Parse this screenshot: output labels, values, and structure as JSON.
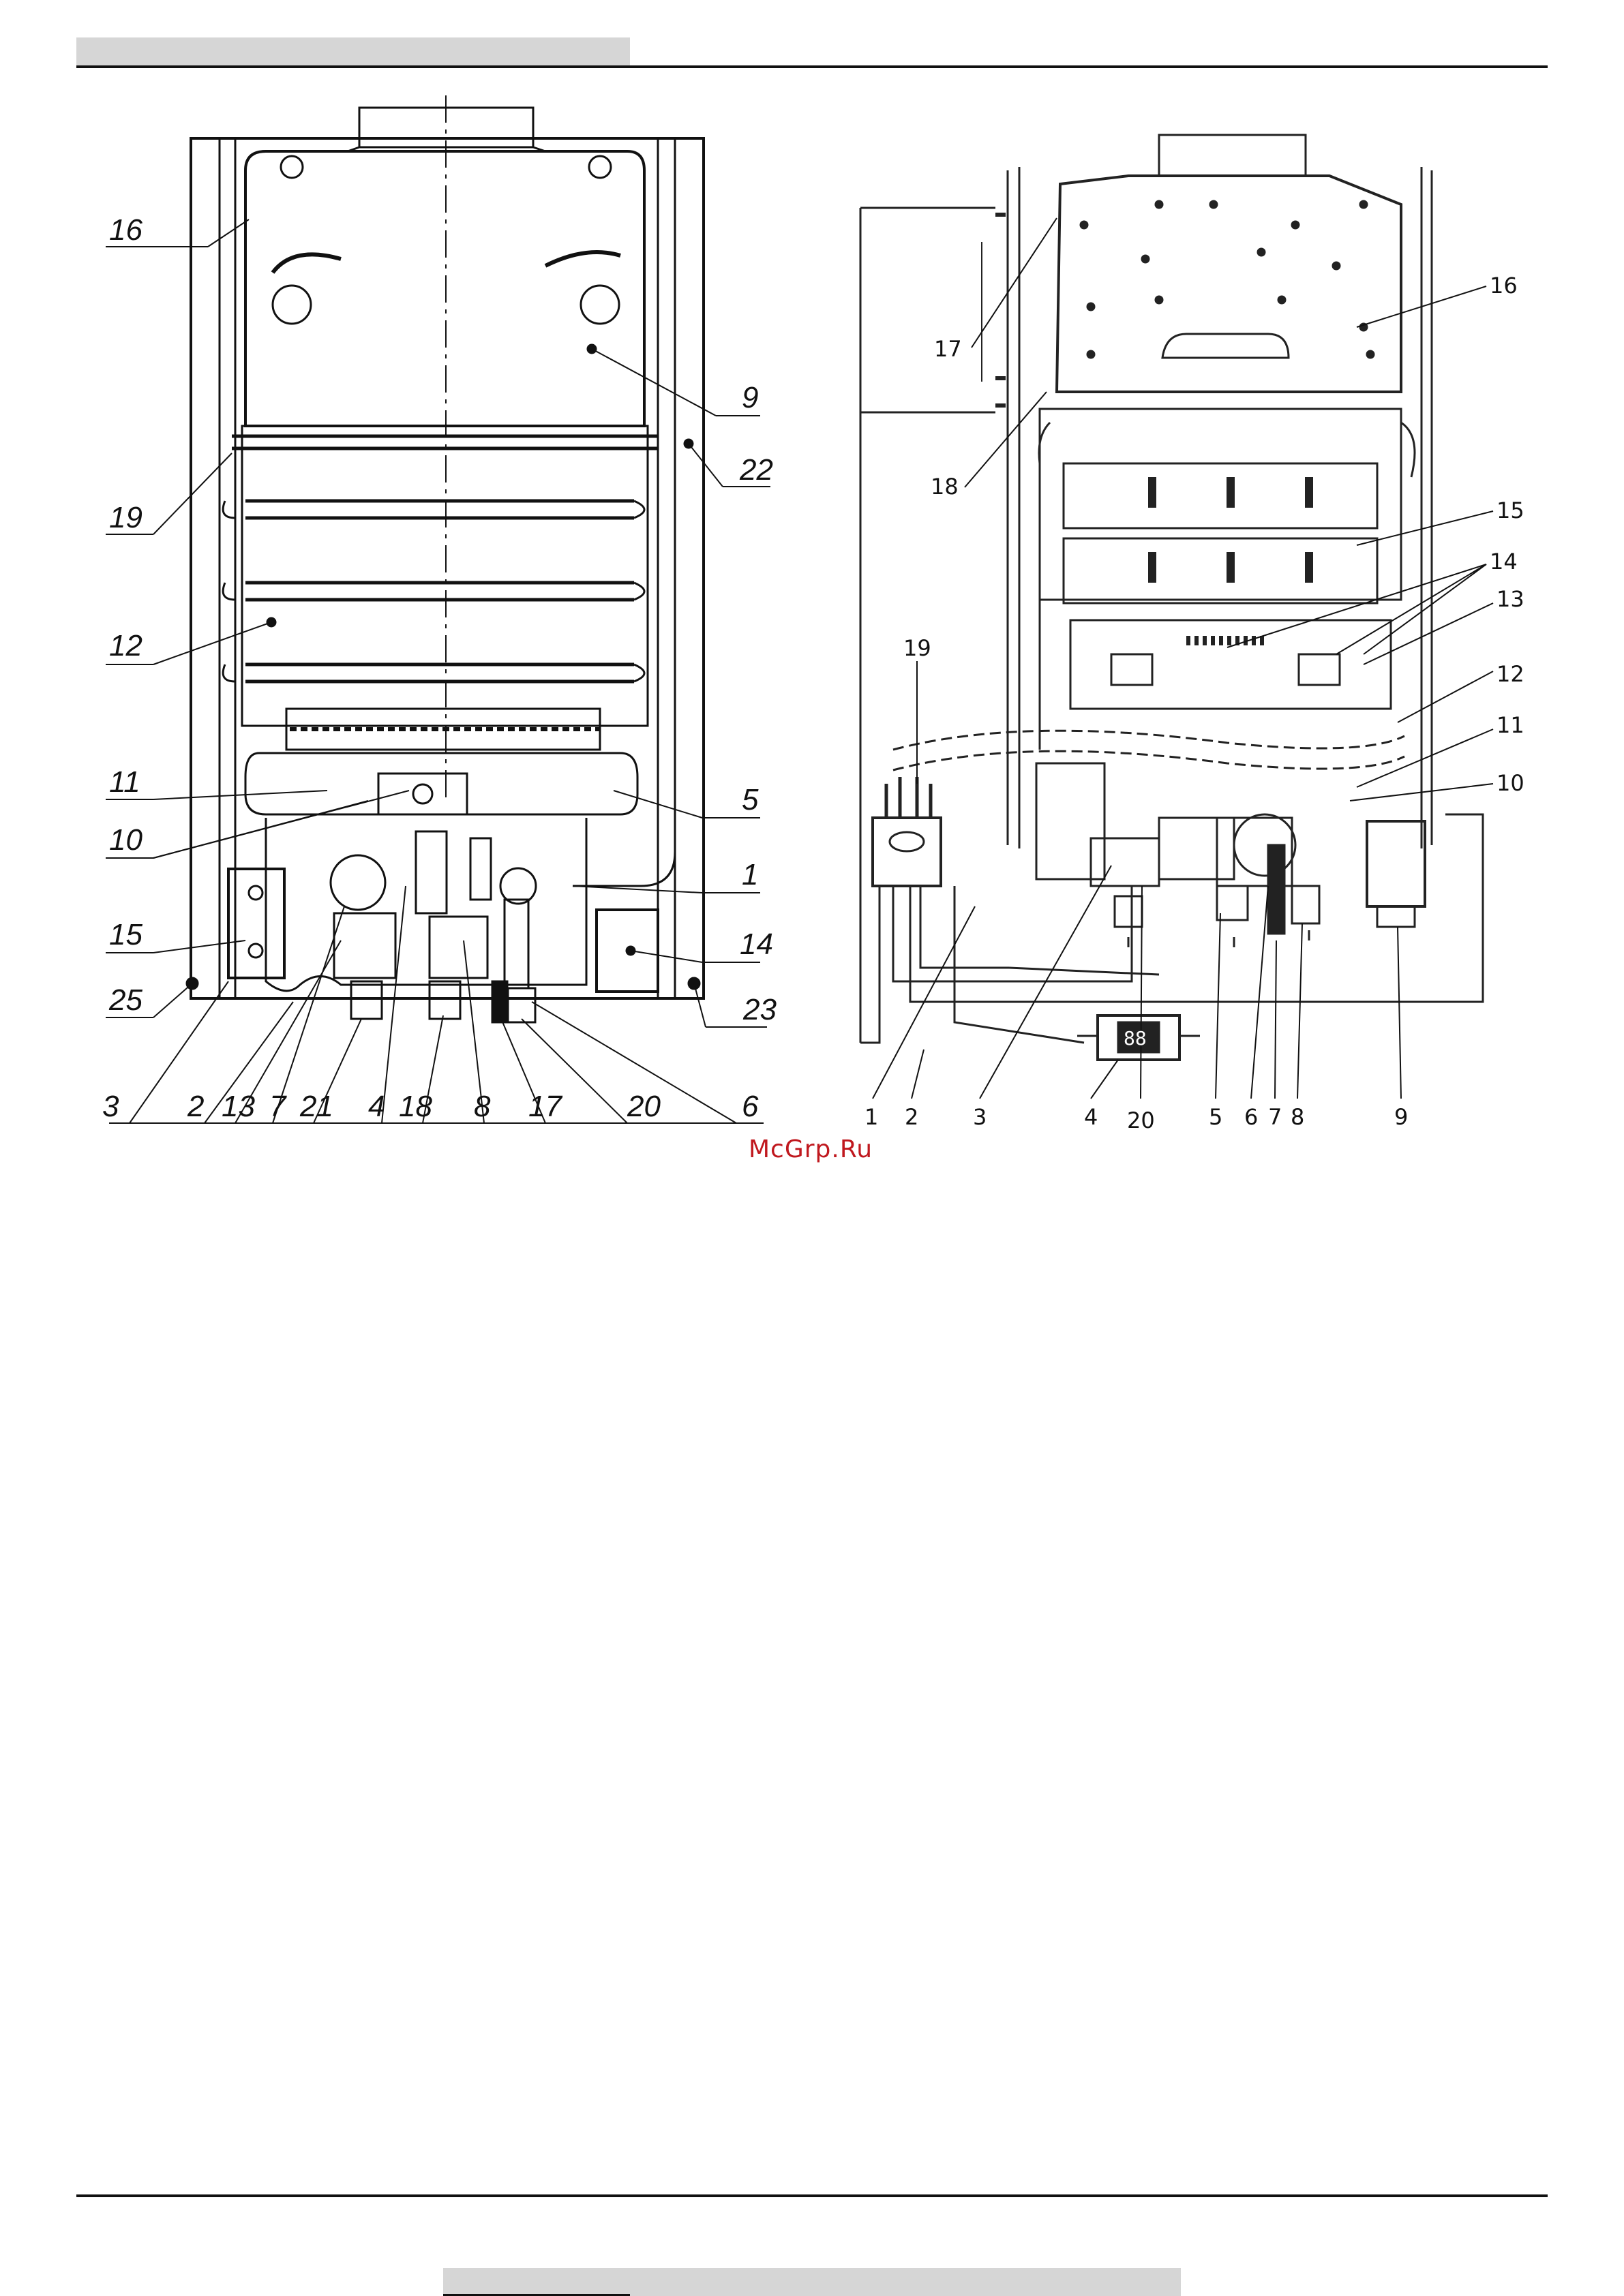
{
  "header": {
    "bar_color": "#d6d6d6",
    "rule_color": "#111111"
  },
  "footer": {
    "bar_color": "#d6d6d6"
  },
  "watermark": {
    "text": "McGrp.Ru",
    "color": "#c0181e"
  },
  "left_figure": {
    "callouts": [
      {
        "id": "L16",
        "text": "16"
      },
      {
        "id": "L9",
        "text": "9"
      },
      {
        "id": "L22",
        "text": "22"
      },
      {
        "id": "L19",
        "text": "19"
      },
      {
        "id": "L12",
        "text": "12"
      },
      {
        "id": "L11",
        "text": "11"
      },
      {
        "id": "L5",
        "text": "5"
      },
      {
        "id": "L10",
        "text": "10"
      },
      {
        "id": "L1",
        "text": "1"
      },
      {
        "id": "L15",
        "text": "15"
      },
      {
        "id": "L14",
        "text": "14"
      },
      {
        "id": "L25",
        "text": "25"
      },
      {
        "id": "L23",
        "text": "23"
      }
    ],
    "bottom_labels": [
      "3",
      "2",
      "13",
      "7",
      "21",
      "4",
      "18",
      "8",
      "17",
      "20",
      "6"
    ]
  },
  "right_figure": {
    "callouts": [
      {
        "id": "R17",
        "text": "17"
      },
      {
        "id": "R16",
        "text": "16"
      },
      {
        "id": "R18",
        "text": "18"
      },
      {
        "id": "R15",
        "text": "15"
      },
      {
        "id": "R14",
        "text": "14"
      },
      {
        "id": "R13",
        "text": "13"
      },
      {
        "id": "R19",
        "text": "19"
      },
      {
        "id": "R12",
        "text": "12"
      },
      {
        "id": "R11",
        "text": "11"
      },
      {
        "id": "R10",
        "text": "10"
      }
    ],
    "bottom_labels": [
      "1",
      "2",
      "3",
      "4",
      "20",
      "5",
      "6",
      "7",
      "8",
      "9"
    ],
    "display_readout": "88"
  }
}
